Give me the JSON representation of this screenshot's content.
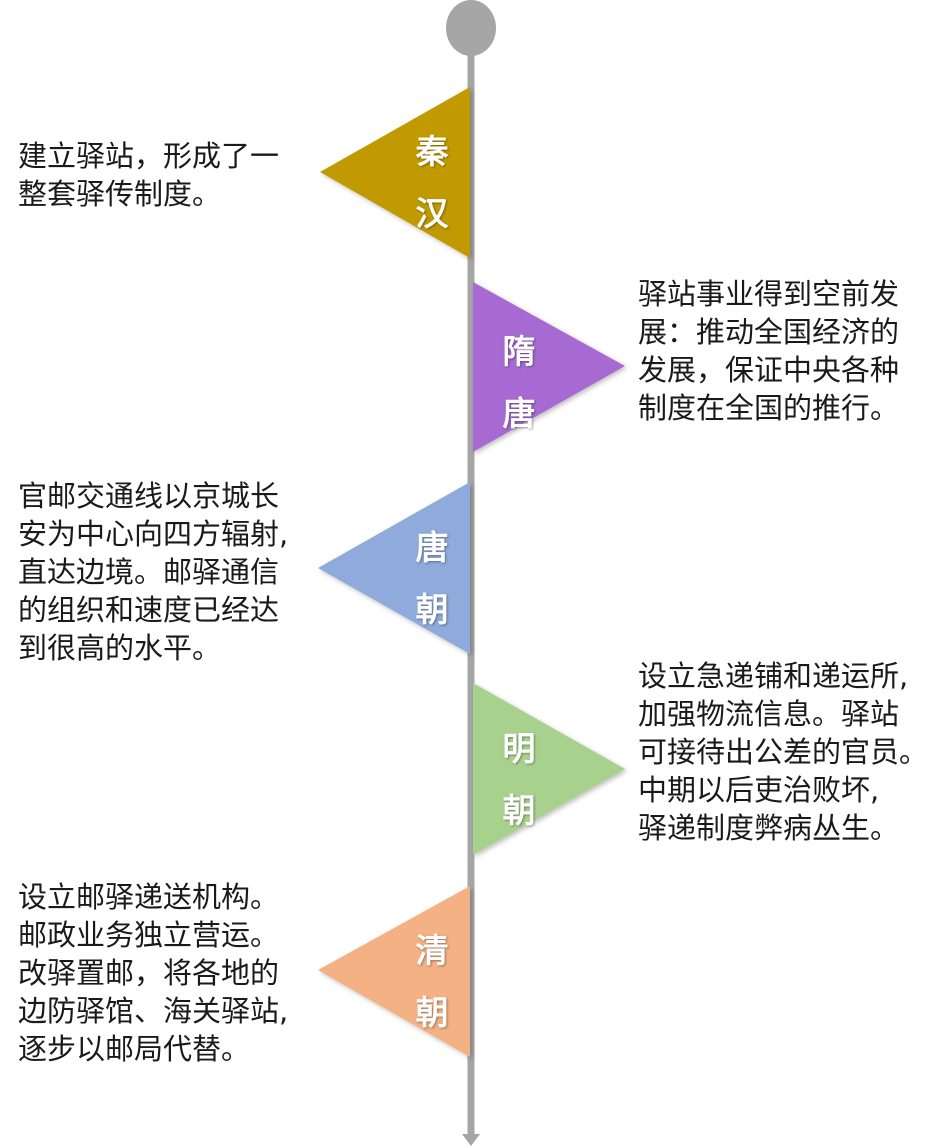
{
  "eras": [
    {
      "name_line1": "秦",
      "name_line2": "汉",
      "side": "left",
      "color": "#c09a00",
      "description": "建立驿站，形成了一\n整套驿传制度。"
    },
    {
      "name_line1": "隋",
      "name_line2": "唐",
      "side": "right",
      "color": "#a66ad2",
      "description": "驿站事业得到空前发\n展：推动全国经济的\n发展，保证中央各种\n制度在全国的推行。"
    },
    {
      "name_line1": "唐",
      "name_line2": "朝",
      "side": "left",
      "color": "#8eabdc",
      "description": "官邮交通线以京城长\n安为中心向四方辐射,\n直达边境。邮驿通信\n的组织和速度已经达\n到很高的水平。"
    },
    {
      "name_line1": "明",
      "name_line2": "朝",
      "side": "right",
      "color": "#a9d18e",
      "description": "设立急递铺和递运所,\n加强物流信息。驿站\n可接待出公差的官员。\n中期以后吏治败坏,\n驿递制度弊病丛生。"
    },
    {
      "name_line1": "清",
      "name_line2": "朝",
      "side": "left",
      "color": "#f4b183",
      "description": "设立邮驿递送机构。\n邮政业务独立营运。\n改驿置邮，将各地的\n边防驿馆、海关驿站,\n逐步以邮局代替。"
    }
  ],
  "colors": {
    "axis": "#a6a6a6",
    "knob": "#a6a6a6"
  }
}
